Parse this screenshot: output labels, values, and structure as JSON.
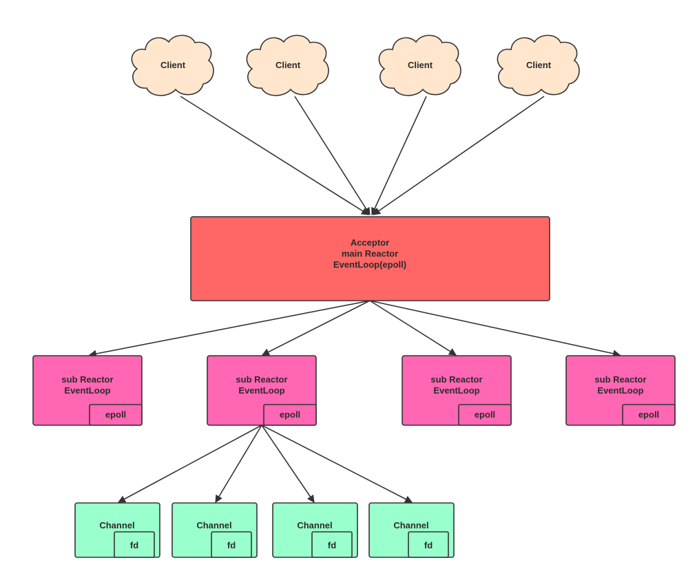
{
  "clients": [
    {
      "label": "Client"
    },
    {
      "label": "Client"
    },
    {
      "label": "Client"
    },
    {
      "label": "Client"
    }
  ],
  "acceptor": {
    "lines": [
      "Acceptor",
      "main Reactor",
      "EventLoop(epoll)"
    ]
  },
  "sub_reactors": [
    {
      "line1": "sub Reactor",
      "line2": "EventLoop",
      "badge": "epoll"
    },
    {
      "line1": "sub Reactor",
      "line2": "EventLoop",
      "badge": "epoll"
    },
    {
      "line1": "sub Reactor",
      "line2": "EventLoop",
      "badge": "epoll"
    },
    {
      "line1": "sub Reactor",
      "line2": "EventLoop",
      "badge": "epoll"
    }
  ],
  "channels": [
    {
      "label": "Channel",
      "badge": "fd"
    },
    {
      "label": "Channel",
      "badge": "fd"
    },
    {
      "label": "Channel",
      "badge": "fd"
    },
    {
      "label": "Channel",
      "badge": "fd"
    }
  ],
  "colors": {
    "client_fill": "#ffe6cc",
    "acceptor_fill": "#ff6666",
    "sub_reactor_fill": "#ff66b3",
    "channel_fill": "#99ffcc",
    "stroke": "#333333"
  }
}
